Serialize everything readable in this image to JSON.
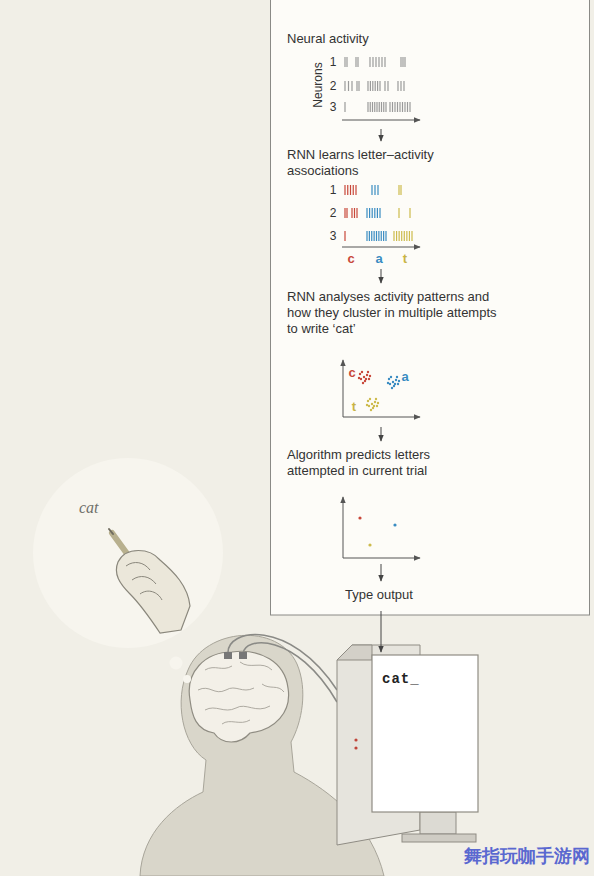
{
  "diagram": {
    "nodes": [
      {
        "text": [
          "Neural activity"
        ]
      },
      {
        "text": [
          "RNN learns letter–activity associations"
        ]
      },
      {
        "text": [
          "RNN analyses activity patterns and how they cluster in multiple attempts to write ‘cat’"
        ]
      },
      {
        "text": [
          "Algorithm predicts letters attempted in current trial"
        ]
      },
      {
        "text": [
          "Type output"
        ]
      },
      {
        "text": [
          "cat_"
        ]
      },
      {
        "text": [
          "cat"
        ]
      }
    ],
    "edges": [
      {
        "from": 0,
        "to": 1,
        "arrow": "to"
      },
      {
        "from": 1,
        "to": 2,
        "arrow": "to"
      },
      {
        "from": 2,
        "to": 3,
        "arrow": "to"
      },
      {
        "from": 3,
        "to": 4,
        "arrow": "to"
      },
      {
        "from": 4,
        "to": 5,
        "arrow": "to"
      }
    ],
    "labels": [
      "Neurons",
      "1",
      "2",
      "3",
      "1",
      "2",
      "3",
      "c",
      "a",
      "t",
      "c",
      "a",
      "t",
      "舞指玩咖手游网"
    ]
  }
}
